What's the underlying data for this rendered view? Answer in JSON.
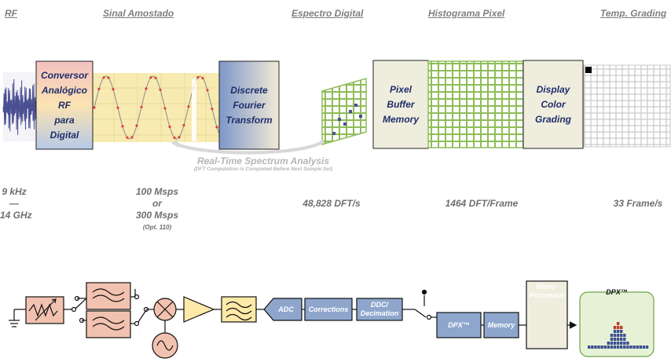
{
  "headers": [
    "RF",
    "Sinal Amostado",
    "Espectro Digital",
    "Histograma Pixel",
    "Temp. Grading"
  ],
  "stages": {
    "converter": [
      "Conversor",
      "Analógico",
      "RF",
      "para",
      "Digital"
    ],
    "dft": [
      "Discrete",
      "Fourier",
      "Transform"
    ],
    "pixel_buffer": [
      "Pixel",
      "Buffer",
      "Memory"
    ],
    "color_grading": [
      "Display",
      "Color",
      "Grading"
    ]
  },
  "rta": {
    "title": "Real-Time Spectrum Analysis",
    "subtitle": "(DFT Computation is Completed Before Next Sample Set)"
  },
  "stats": {
    "rf_range": [
      "9 kHz",
      "—",
      "14 GHz"
    ],
    "sample_rate": [
      "100 Msps",
      "or",
      "300 Msps"
    ],
    "sample_note": "(Opt. 110)",
    "dft_rate": "48,828 DFT/s",
    "dft_per_frame": "1464 DFT/Frame",
    "frame_rate": "33 Frame/s"
  },
  "block_diagram": {
    "adc": "ADC",
    "corrections": "Corrections",
    "ddc": [
      "DDC/",
      "Decimation"
    ],
    "dpx": "DPX™",
    "memory": "Memory",
    "processor": [
      "Micro-",
      "Processor"
    ],
    "display_title": "DPX™"
  },
  "colors": {
    "label_gray": "#7f7f7f",
    "grid_green": "#8fbc5a",
    "block_blue": "#8ea6cc",
    "attenuator": "#f2c2b0",
    "amp_yellow": "#ffe9a8",
    "display_green": "#e6f2d5",
    "box_beige": "#efeede"
  }
}
